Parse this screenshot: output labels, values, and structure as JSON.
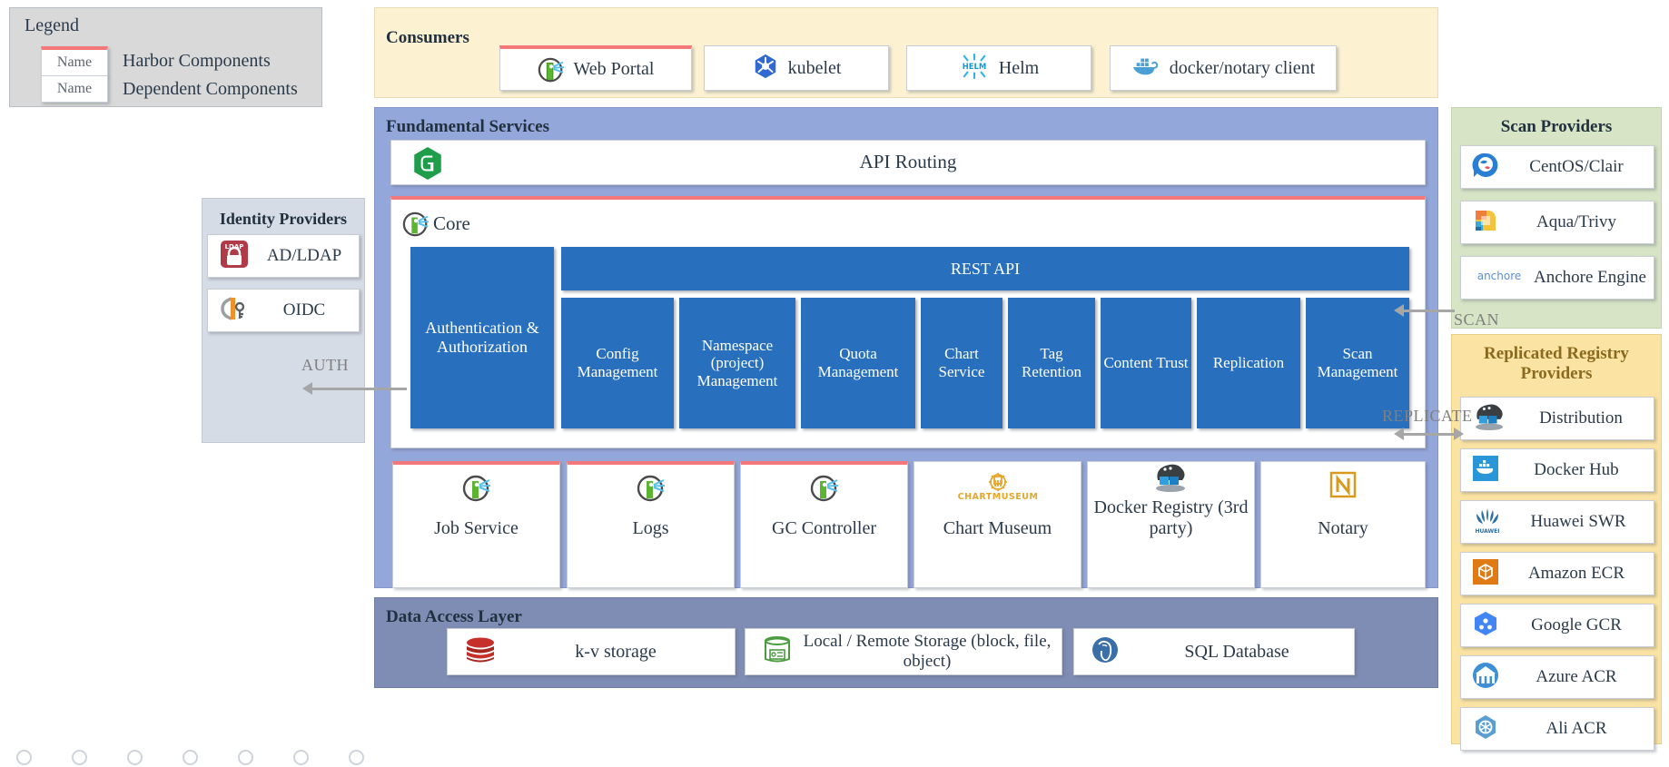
{
  "legend": {
    "title": "Legend",
    "rows": [
      {
        "chip": "Name",
        "text": "Harbor Components",
        "harbor": true
      },
      {
        "chip": "Name",
        "text": "Dependent Components",
        "harbor": false
      }
    ]
  },
  "consumers": {
    "title": "Consumers",
    "items": [
      {
        "label": "Web Portal",
        "icon": "harbor-logo-icon",
        "harbor": true
      },
      {
        "label": "kubelet",
        "icon": "kubernetes-icon",
        "harbor": false
      },
      {
        "label": "Helm",
        "icon": "helm-icon",
        "harbor": false
      },
      {
        "label": "docker/notary client",
        "icon": "docker-whale-icon",
        "harbor": false
      }
    ]
  },
  "fundamental": {
    "title": "Fundamental Services",
    "api_routing": {
      "label": "API Routing",
      "icon": "nginx-gateway-icon",
      "harbor": false
    },
    "core": {
      "label": "Core",
      "icon": "harbor-logo-icon",
      "rest_api": "REST API",
      "auth": "Authentication & Authorization",
      "modules": [
        "Config Management",
        "Namespace (project) Management",
        "Quota Management",
        "Chart Service",
        "Tag Retention",
        "Content Trust",
        "Replication",
        "Scan Management"
      ]
    },
    "services": [
      {
        "label": "Job Service",
        "icon": "harbor-logo-icon",
        "harbor": true
      },
      {
        "label": "Logs",
        "icon": "harbor-logo-icon",
        "harbor": true
      },
      {
        "label": "GC Controller",
        "icon": "harbor-logo-icon",
        "harbor": true
      },
      {
        "label": "Chart Museum",
        "icon": "chartmuseum-icon",
        "harbor": false
      },
      {
        "label": "Docker Registry (3rd party)",
        "icon": "docker-registry-icon",
        "harbor": false
      },
      {
        "label": "Notary",
        "icon": "notary-icon",
        "harbor": false
      }
    ]
  },
  "data_access_layer": {
    "title": "Data Access Layer",
    "items": [
      {
        "label": "k-v storage",
        "icon": "redis-icon"
      },
      {
        "label": "Local / Remote Storage (block, file, object)",
        "icon": "storage-icon"
      },
      {
        "label": "SQL Database",
        "icon": "postgresql-icon"
      }
    ]
  },
  "identity_providers": {
    "title": "Identity Providers",
    "items": [
      {
        "label": "AD/LDAP",
        "icon": "ldap-lock-icon"
      },
      {
        "label": "OIDC",
        "icon": "oidc-key-icon"
      }
    ]
  },
  "scan_providers": {
    "title": "Scan Providers",
    "items": [
      {
        "label": "CentOS/Clair",
        "icon": "clair-icon"
      },
      {
        "label": "Aqua/Trivy",
        "icon": "aqua-trivy-icon"
      },
      {
        "label": "Anchore Engine",
        "icon": "anchore-icon"
      }
    ]
  },
  "replicated_registry_providers": {
    "title": "Replicated Registry Providers",
    "items": [
      {
        "label": "Distribution",
        "icon": "docker-registry-icon"
      },
      {
        "label": "Docker Hub",
        "icon": "docker-hub-icon"
      },
      {
        "label": "Huawei SWR",
        "icon": "huawei-icon"
      },
      {
        "label": "Amazon ECR",
        "icon": "amazon-ecr-icon"
      },
      {
        "label": "Google GCR",
        "icon": "google-gcr-icon"
      },
      {
        "label": "Azure ACR",
        "icon": "azure-acr-icon"
      },
      {
        "label": "Ali ACR",
        "icon": "ali-acr-icon"
      }
    ]
  },
  "connectors": [
    {
      "name": "auth",
      "label": "AUTH"
    },
    {
      "name": "scan",
      "label": "SCAN"
    },
    {
      "name": "replicate",
      "label": "REPLICATE"
    }
  ],
  "colors": {
    "harbor_accent": "#f4787a",
    "module_blue": "#2870bd",
    "band_blue": "#94a7da",
    "dal_blue": "#7f8db5",
    "consumers_cream": "#fcf2d2",
    "scan_green": "#d7e4c6",
    "registry_gold": "#fbe3a3",
    "identity_grey": "#d6dce6",
    "legend_grey": "#d9d9d9"
  }
}
